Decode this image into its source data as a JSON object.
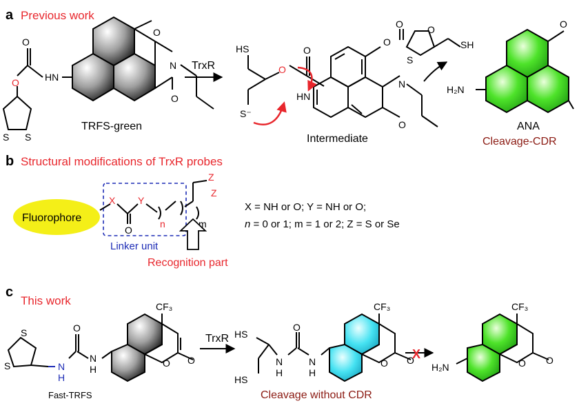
{
  "panels": {
    "a": {
      "letter": "a",
      "heading": "Previous work",
      "probe_name": "TRFS-green",
      "arrow1_label": "TrxR",
      "intermediate_label": "Intermediate",
      "product_name": "ANA",
      "product_note": "Cleavage-CDR"
    },
    "b": {
      "letter": "b",
      "heading": "Structural modifications of TrxR probes",
      "fluorophore": "Fluorophore",
      "linker_label": "Linker unit",
      "recognition_label": "Recognition part",
      "conditions_line1": "X = NH or O; Y = NH or O;",
      "conditions_line2_n": "n",
      "conditions_line2_a": " = 0 or 1; m = 1 or 2; Z = S or Se"
    },
    "c": {
      "letter": "c",
      "heading": "This work",
      "probe_name": "Fast-TRFS",
      "arrow1_label": "TrxR",
      "product_note": "Cleavage without CDR",
      "blocked_mark": "X"
    }
  },
  "atoms": {
    "O": "O",
    "N": "N",
    "HN": "HN",
    "NH": "NH",
    "H": "H",
    "S": "S",
    "SH": "SH",
    "HS": "HS",
    "S_minus": "S⁻",
    "H2N": "H₂N",
    "CF3": "CF₃",
    "X": "X",
    "Y": "Y",
    "Z": "Z",
    "n": "n",
    "m": "m"
  },
  "colors": {
    "accent_red": "#e8262c",
    "dark_red": "#8b1a12",
    "linker_blue": "#1c2bb5",
    "fluorophore_yellow": "#f4ef18",
    "green_fill": "#33e01a",
    "cyan_fill": "#3fe0f0",
    "gray_fill": "#8a8a8a"
  }
}
